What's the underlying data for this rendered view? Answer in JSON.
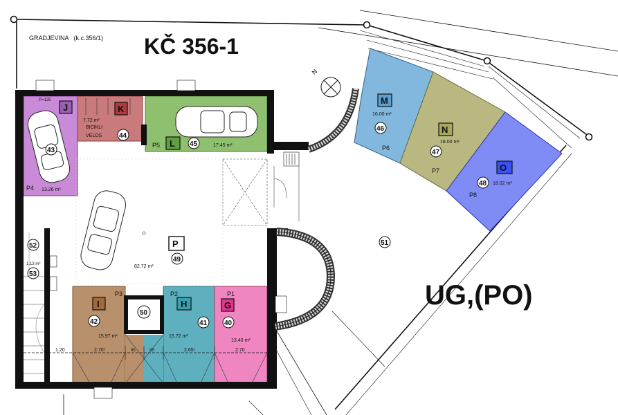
{
  "header": {
    "gradjevina": "GRADJEVINA   (k.c.356/1)",
    "kc_title": "KČ 356-1"
  },
  "level_label": "UG,(PO)",
  "north_label": "N",
  "spaces": {
    "P": {
      "letter": "P",
      "num": "49",
      "area": "82.72 m²"
    },
    "J": {
      "letter": "J",
      "num": "43",
      "place": "P4",
      "area": "13.26 m²",
      "extra": "P=125",
      "color": "#c98ad8"
    },
    "K": {
      "letter": "K",
      "num": "44",
      "area": "7.72 m²",
      "line1": "BICIKLI",
      "line2": "VELOS",
      "color": "#c97a7a"
    },
    "L": {
      "letter": "L",
      "num": "45",
      "place": "P5",
      "area": "17.45 m²",
      "color": "#8fc070"
    },
    "M": {
      "letter": "M",
      "num": "46",
      "place": "P6",
      "area": "16.00 m²",
      "color": "#82b8de"
    },
    "N": {
      "letter": "N",
      "num": "47",
      "place": "P7",
      "area": "18.00 m²",
      "color": "#b8b880"
    },
    "O": {
      "letter": "O",
      "num": "48",
      "place": "P8",
      "area": "18.02 m²",
      "color": "#7f8cf6"
    },
    "I": {
      "letter": "I",
      "num": "42",
      "place": "P3",
      "area": "15.97 m²",
      "dim": "2.70⁵",
      "color": "#b8916c"
    },
    "H": {
      "letter": "H",
      "num": "41",
      "place": "P2",
      "area": "15.72 m²",
      "dim": "2.65⁵",
      "color": "#5fb0be"
    },
    "G": {
      "letter": "G",
      "num": "40",
      "place": "P1",
      "area": "13.40 m²",
      "dim": "2.70",
      "color": "#ef86c2"
    }
  },
  "rooms": {
    "r50": "50",
    "r51": "51",
    "r52": "52",
    "r53": "53",
    "r53_area": "1.13 m²"
  },
  "dims": {
    "d120": "1.20",
    "d95a": "95",
    "d95b": "95"
  }
}
